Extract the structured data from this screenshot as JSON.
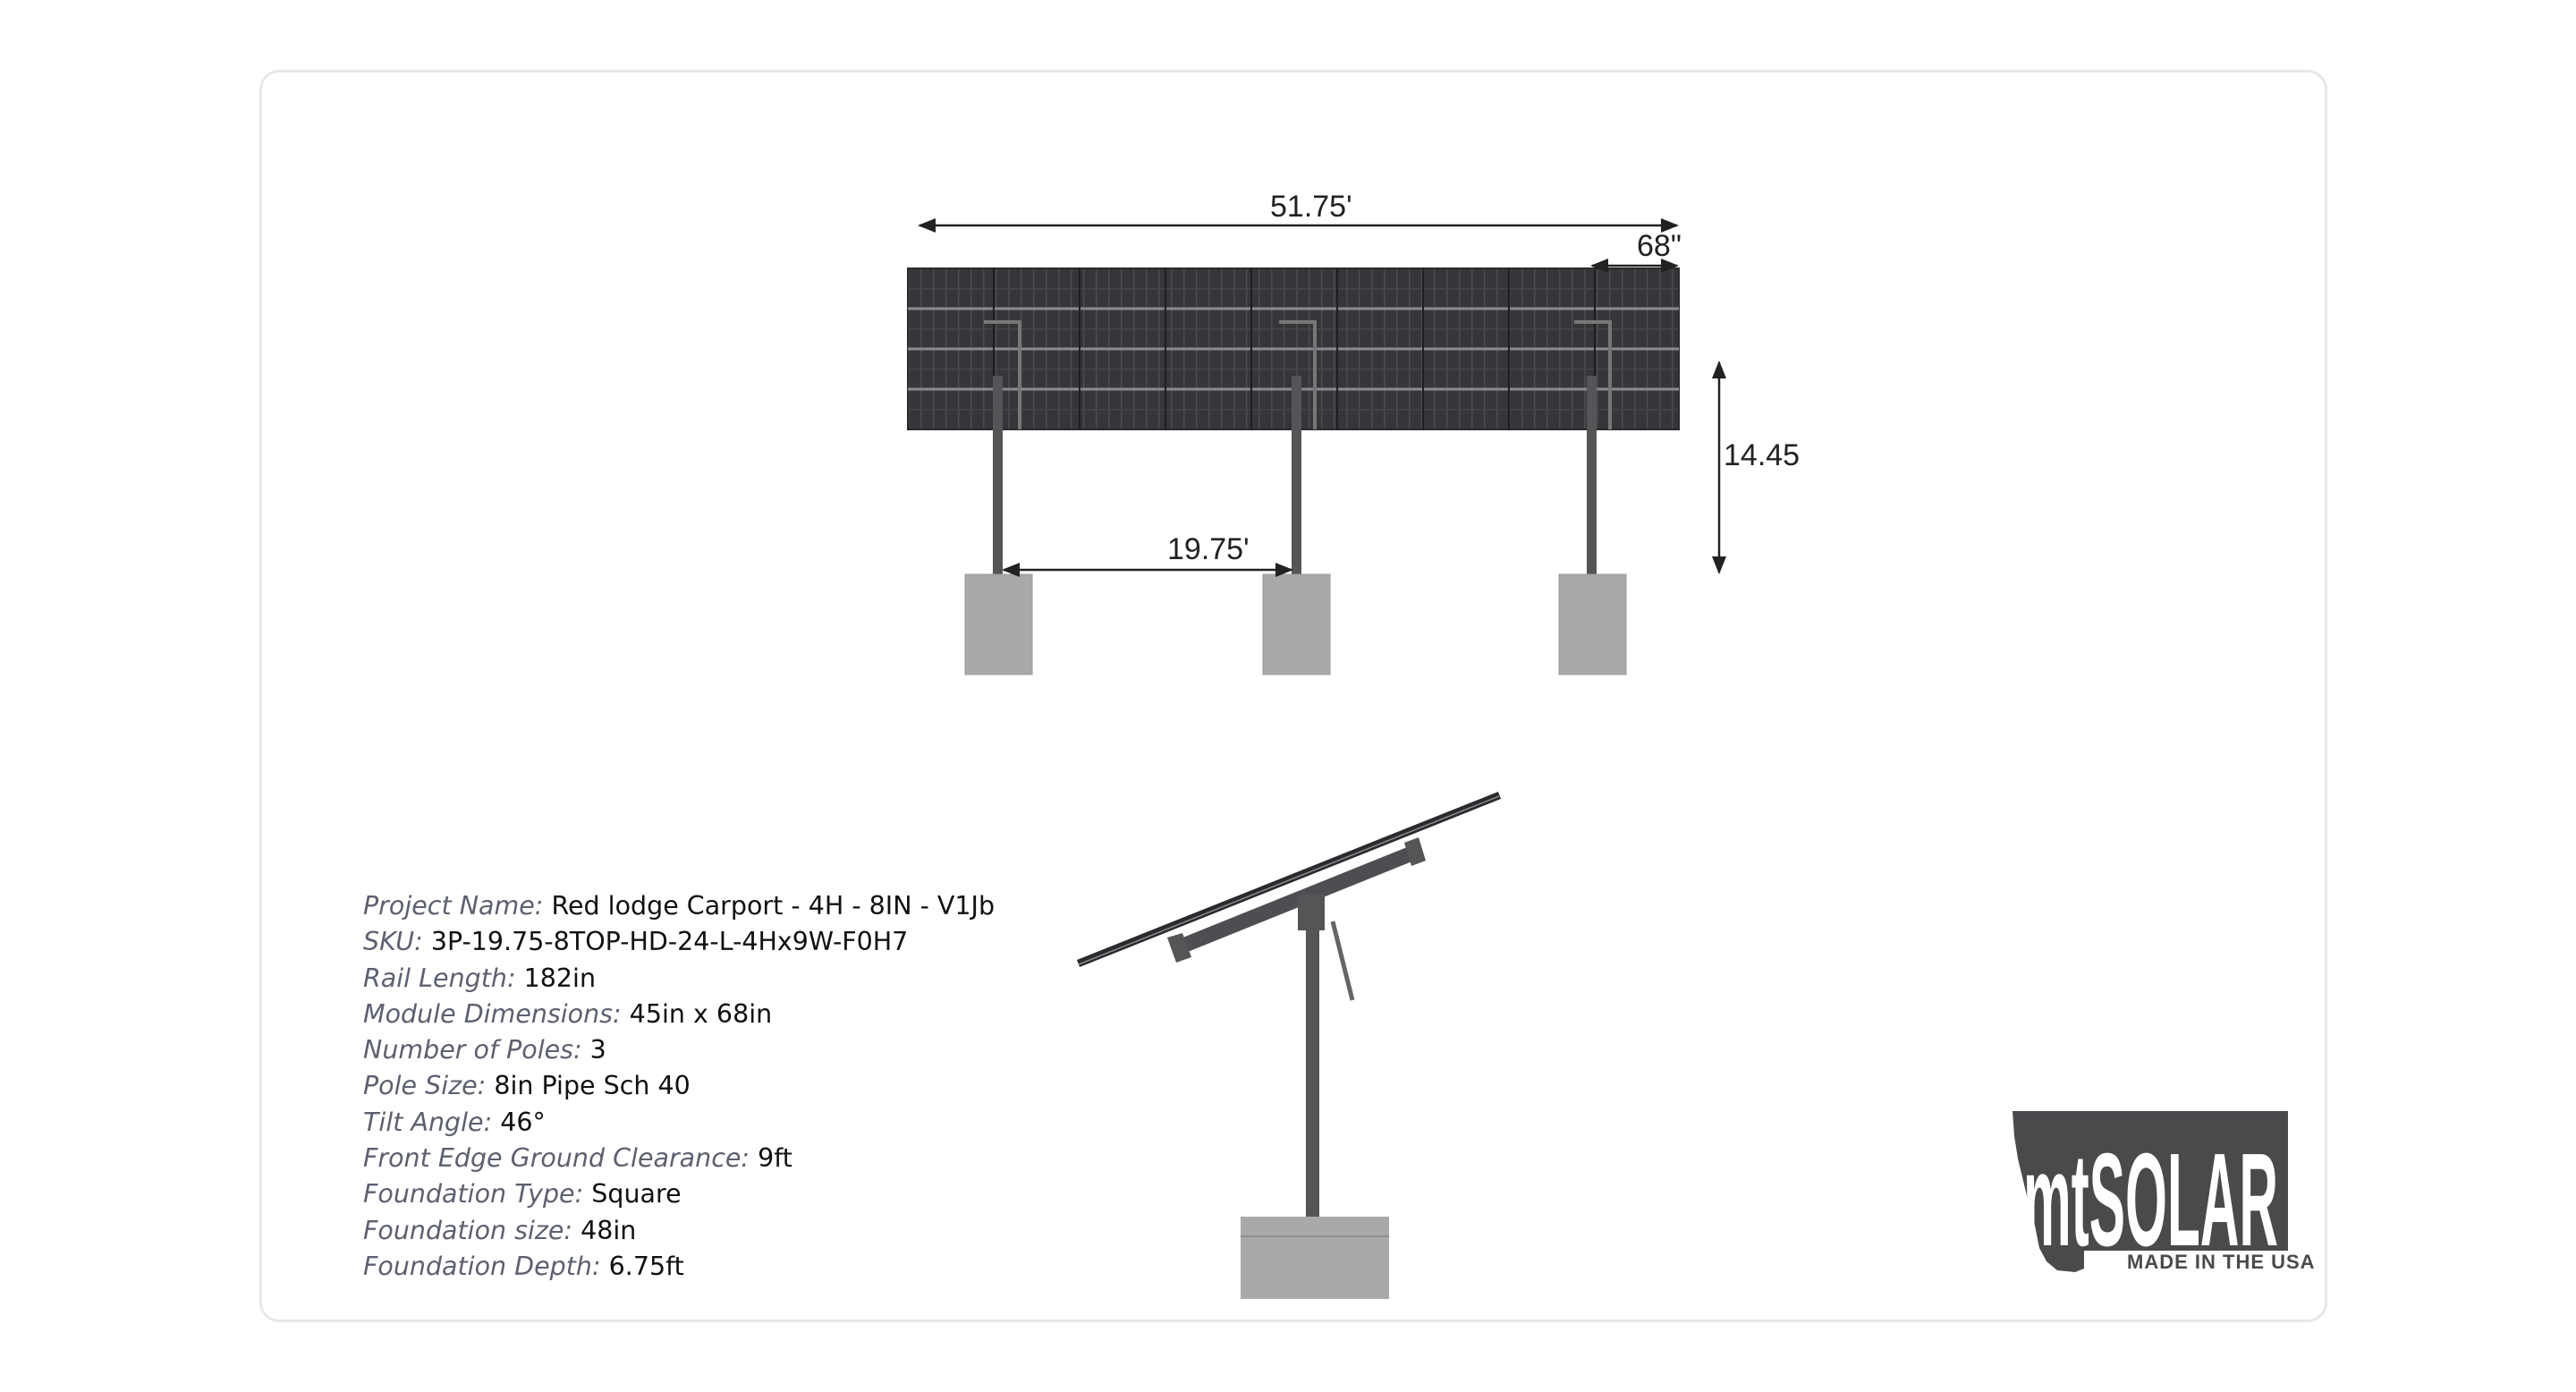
{
  "dimensions": {
    "total_width": "51.75'",
    "panel_width": "68\"",
    "height": "14.45",
    "pole_spacing": "19.75'"
  },
  "specs": [
    {
      "label": "Project Name:",
      "value": "Red lodge Carport - 4H - 8IN - V1Jb"
    },
    {
      "label": "SKU:",
      "value": "3P-19.75-8TOP-HD-24-L-4Hx9W-F0H7"
    },
    {
      "label": "Rail Length:",
      "value": "182in"
    },
    {
      "label": "Module Dimensions:",
      "value": "45in x 68in"
    },
    {
      "label": "Number of Poles:",
      "value": "3"
    },
    {
      "label": "Pole Size:",
      "value": "8in Pipe Sch 40"
    },
    {
      "label": "Tilt Angle:",
      "value": "46°"
    },
    {
      "label": "Front Edge Ground Clearance:",
      "value": "9ft"
    },
    {
      "label": "Foundation Type:",
      "value": "Square"
    },
    {
      "label": "Foundation size:",
      "value": "48in"
    },
    {
      "label": "Foundation Depth:",
      "value": "6.75ft"
    }
  ],
  "logo": {
    "brand": "mtSOLAR",
    "tagline": "MADE IN THE USA"
  },
  "colors": {
    "panel": "#2f2f33",
    "pole": "#555558",
    "concrete": "#a9a9ab",
    "label": "#5d6070",
    "border": "#e7e7ea"
  }
}
